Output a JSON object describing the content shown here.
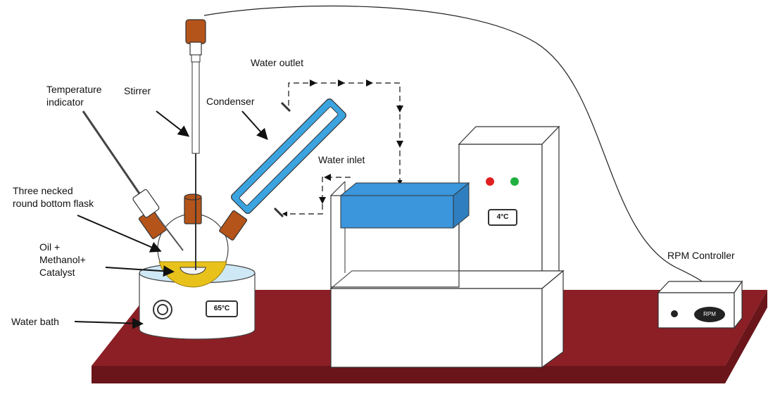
{
  "labels": {
    "temperature_indicator": "Temperature\nindicator",
    "stirrer": "Stirrer",
    "condenser": "Condenser",
    "water_outlet": "Water outlet",
    "water_inlet": "Water inlet",
    "three_necked_flask": "Three necked\nround bottom flask",
    "oil_methanol_catalyst": "Oil +\nMethanol+\nCatalyst",
    "water_bath": "Water bath",
    "rpm_controller": "RPM Controller"
  },
  "devices": {
    "water_bath_display": "65°C",
    "chiller_display": "4°C",
    "rpm_knob": "RPM"
  },
  "colors": {
    "table_top": "#8b1f25",
    "table_edge": "#6a151a",
    "condenser_blue": "#3ba4e0",
    "reservoir_blue": "#3b96dc",
    "adapter_brown": "#b5541a",
    "oil_yellow": "#e8c21a",
    "bath_water": "#cfe8f5",
    "indicator_red": "#e02020",
    "indicator_green": "#20b040"
  }
}
